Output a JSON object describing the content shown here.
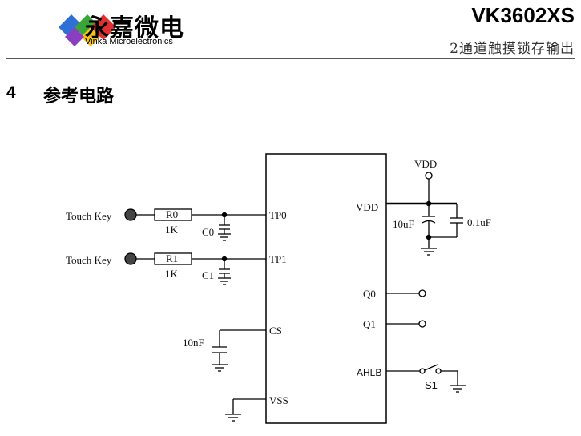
{
  "header": {
    "brand_cn": "永嘉微电",
    "brand_en": "Vinka Microelectronics",
    "part_number": "VK3602XS",
    "subtitle": "2通道触摸锁存输出"
  },
  "section": {
    "number": "4",
    "title": "参考电路"
  },
  "circuit": {
    "touch_key_labels": [
      "Touch Key",
      "Touch Key"
    ],
    "resistors": [
      {
        "ref": "R0",
        "value": "1K"
      },
      {
        "ref": "R1",
        "value": "1K"
      }
    ],
    "touch_caps": [
      "C0",
      "C1"
    ],
    "cs_cap": "10nF",
    "supply_label": "VDD",
    "decoupling_caps": [
      "10uF",
      "0.1uF"
    ],
    "switch_label": "S1",
    "chip_pins": {
      "tp0": "TP0",
      "tp1": "TP1",
      "cs": "CS",
      "vss": "VSS",
      "vdd": "VDD",
      "q0": "Q0",
      "q1": "Q1",
      "ahlb": "AHLB"
    }
  }
}
